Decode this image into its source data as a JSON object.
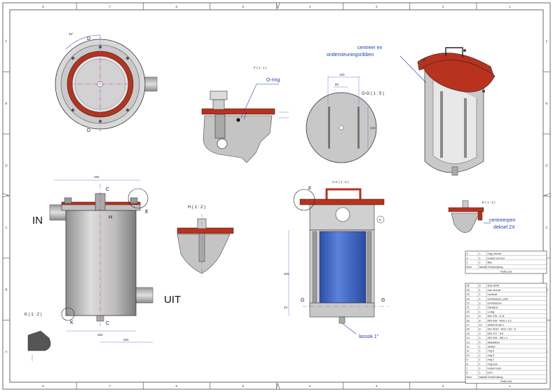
{
  "colors": {
    "flange_red": "#b8321e",
    "steel": "#c8c8c8",
    "steel_dark": "#8f8f8f",
    "filter_blue": "#3f66c8",
    "callout_blue": "#1a3fb0",
    "frame": "#444444"
  },
  "frame": {
    "col_labels": [
      "8",
      "7",
      "6",
      "5",
      "4",
      "3",
      "2",
      "1"
    ],
    "row_labels": [
      "F",
      "E",
      "D",
      "C",
      "B",
      "A"
    ]
  },
  "views": {
    "top": {
      "section_mark": "D",
      "angle": "45°"
    },
    "detail_f": {
      "title": "F ( 1 : 1 )",
      "callout": "O-ring"
    },
    "section_gg": {
      "title": "G-G ( 1 : 5 )",
      "dims": [
        "100",
        "80",
        "100"
      ]
    },
    "iso": {
      "callout_line1": "centreer en",
      "callout_line2": "ondersteuningsribben"
    },
    "front": {
      "in_label": "IN",
      "out_label": "UIT",
      "marks": [
        "C",
        "C",
        "E",
        "H",
        "K"
      ],
      "dims": [
        "250",
        "350",
        "284"
      ]
    },
    "detail_h": {
      "title": "H ( 1 : 2 )"
    },
    "section_cc": {
      "title": "C-C ( 1 : 5 )",
      "marks": [
        "F",
        "G",
        "G",
        "8"
      ],
      "dims": [
        "465",
        "40"
      ],
      "callout": "lassok 1\""
    },
    "detail_e": {
      "title": "E ( 1 : 2 )",
      "callout_line1": "centreerpen",
      "callout_line2": "deksel 2X"
    },
    "detail_k": {
      "title": "K ( 1 : 2 )"
    }
  },
  "parts_list_small": {
    "rows": [
      {
        "item": "4",
        "qty": "1",
        "desc": "ring_emmer"
      },
      {
        "item": "3",
        "qty": "1",
        "desc": "bodem emmer"
      },
      {
        "item": "2",
        "qty": "1",
        "desc": "filter"
      },
      {
        "item": "Item",
        "qty": "Aantal",
        "desc": "Omschrijving"
      }
    ],
    "caption": "Parts List"
  },
  "parts_list_large": {
    "rows": [
      {
        "item": "26",
        "qty": "8",
        "desc": "strip 8x40"
      },
      {
        "item": "25",
        "qty": "1",
        "desc": "ram emmer"
      },
      {
        "item": "24",
        "qty": "1",
        "desc": "handvat"
      },
      {
        "item": "23",
        "qty": "1",
        "desc": "centreerpen_sam"
      },
      {
        "item": "22",
        "qty": "2",
        "desc": "centreerpen"
      },
      {
        "item": "21",
        "qty": "1",
        "desc": "lasnippel"
      },
      {
        "item": "20",
        "qty": "1",
        "desc": "o-ring"
      },
      {
        "item": "19",
        "qty": "8",
        "desc": "DIN 125 - A 11"
      },
      {
        "item": "18",
        "qty": "8",
        "desc": "DIN 934 - M10 x 1,5"
      },
      {
        "item": "17",
        "qty": "12",
        "desc": "deksel kraal 1"
      },
      {
        "item": "16",
        "qty": "8",
        "desc": "ISO 4014 - M12 x 60 - 6"
      },
      {
        "item": "15",
        "qty": "4",
        "desc": "DIN 127 - A 8"
      },
      {
        "item": "14",
        "qty": "4",
        "desc": "DIN 934 - M8 x 1"
      },
      {
        "item": "13",
        "qty": "4",
        "desc": "afdekkken"
      },
      {
        "item": "12",
        "qty": "1",
        "desc": "deksel"
      },
      {
        "item": "11",
        "qty": "1",
        "desc": "ring 3"
      },
      {
        "item": "10",
        "qty": "1",
        "desc": "ring 2"
      },
      {
        "item": "9",
        "qty": "1",
        "desc": "ring 1"
      },
      {
        "item": "8",
        "qty": "1",
        "desc": "ring kom"
      },
      {
        "item": "7",
        "qty": "1",
        "desc": "bodem kom"
      },
      {
        "item": "6",
        "qty": "1",
        "desc": "kom"
      },
      {
        "item": "Item",
        "qty": "Aantal",
        "desc": "Omschrijving"
      }
    ],
    "caption": "Parts List"
  }
}
